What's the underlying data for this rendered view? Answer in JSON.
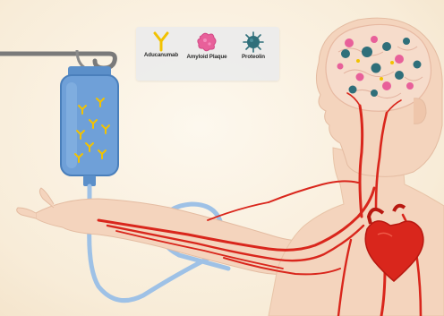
{
  "legend": {
    "items": [
      {
        "label": "Aducanumab",
        "icon": "antibody-icon",
        "color": "#f2c200"
      },
      {
        "label": "Amyloid Plaque",
        "icon": "amyloid-plaque-icon",
        "color": "#e8609a"
      },
      {
        "label": "Proteolin",
        "icon": "protein-cluster-icon",
        "color": "#2f6f7a"
      }
    ]
  },
  "colors": {
    "background": "#fbf3e6",
    "skin": "#f4d4bd",
    "vessel": "#d9261c",
    "iv_bag": "#6fa0d8",
    "tube": "#9ec1e6",
    "brain": "#f6dccb"
  }
}
